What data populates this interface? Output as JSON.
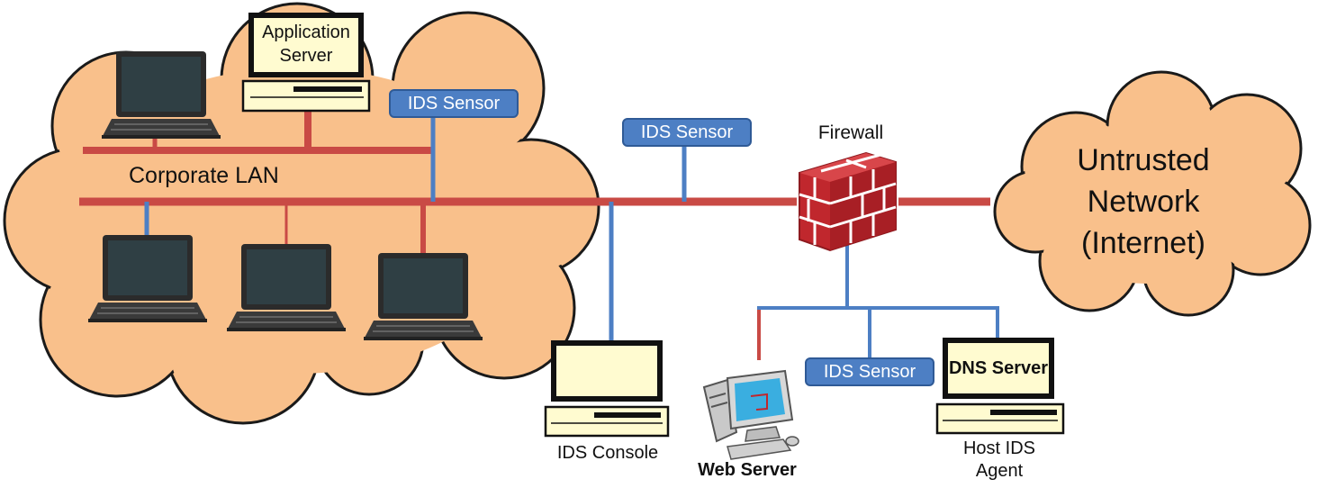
{
  "labels": {
    "corporate_lan": "Corporate LAN",
    "firewall": "Firewall",
    "untrusted_line1": "Untrusted",
    "untrusted_line2": "Network",
    "untrusted_line3": "(Internet)",
    "app_server_line1": "Application",
    "app_server_line2": "Server",
    "ids_sensor": "IDS Sensor",
    "ids_console": "IDS Console",
    "web_server": "Web Server",
    "dns_server": "DNS Server",
    "host_ids_line1": "Host IDS",
    "host_ids_line2": "Agent"
  },
  "colors": {
    "cloud_fill": "#f9c08b",
    "lan_line": "#c94a45",
    "monitor_line": "#4d7fc4",
    "sensor_badge": "#4d7fc4",
    "firewall_brick": "#c0272d",
    "screen_cream": "#fffbd0",
    "laptop_screen": "#2f3f44"
  },
  "icons": {
    "firewall": "brick-wall-icon",
    "laptop": "laptop-icon",
    "server": "desktop-computer-icon",
    "web_server": "workstation-icon"
  }
}
